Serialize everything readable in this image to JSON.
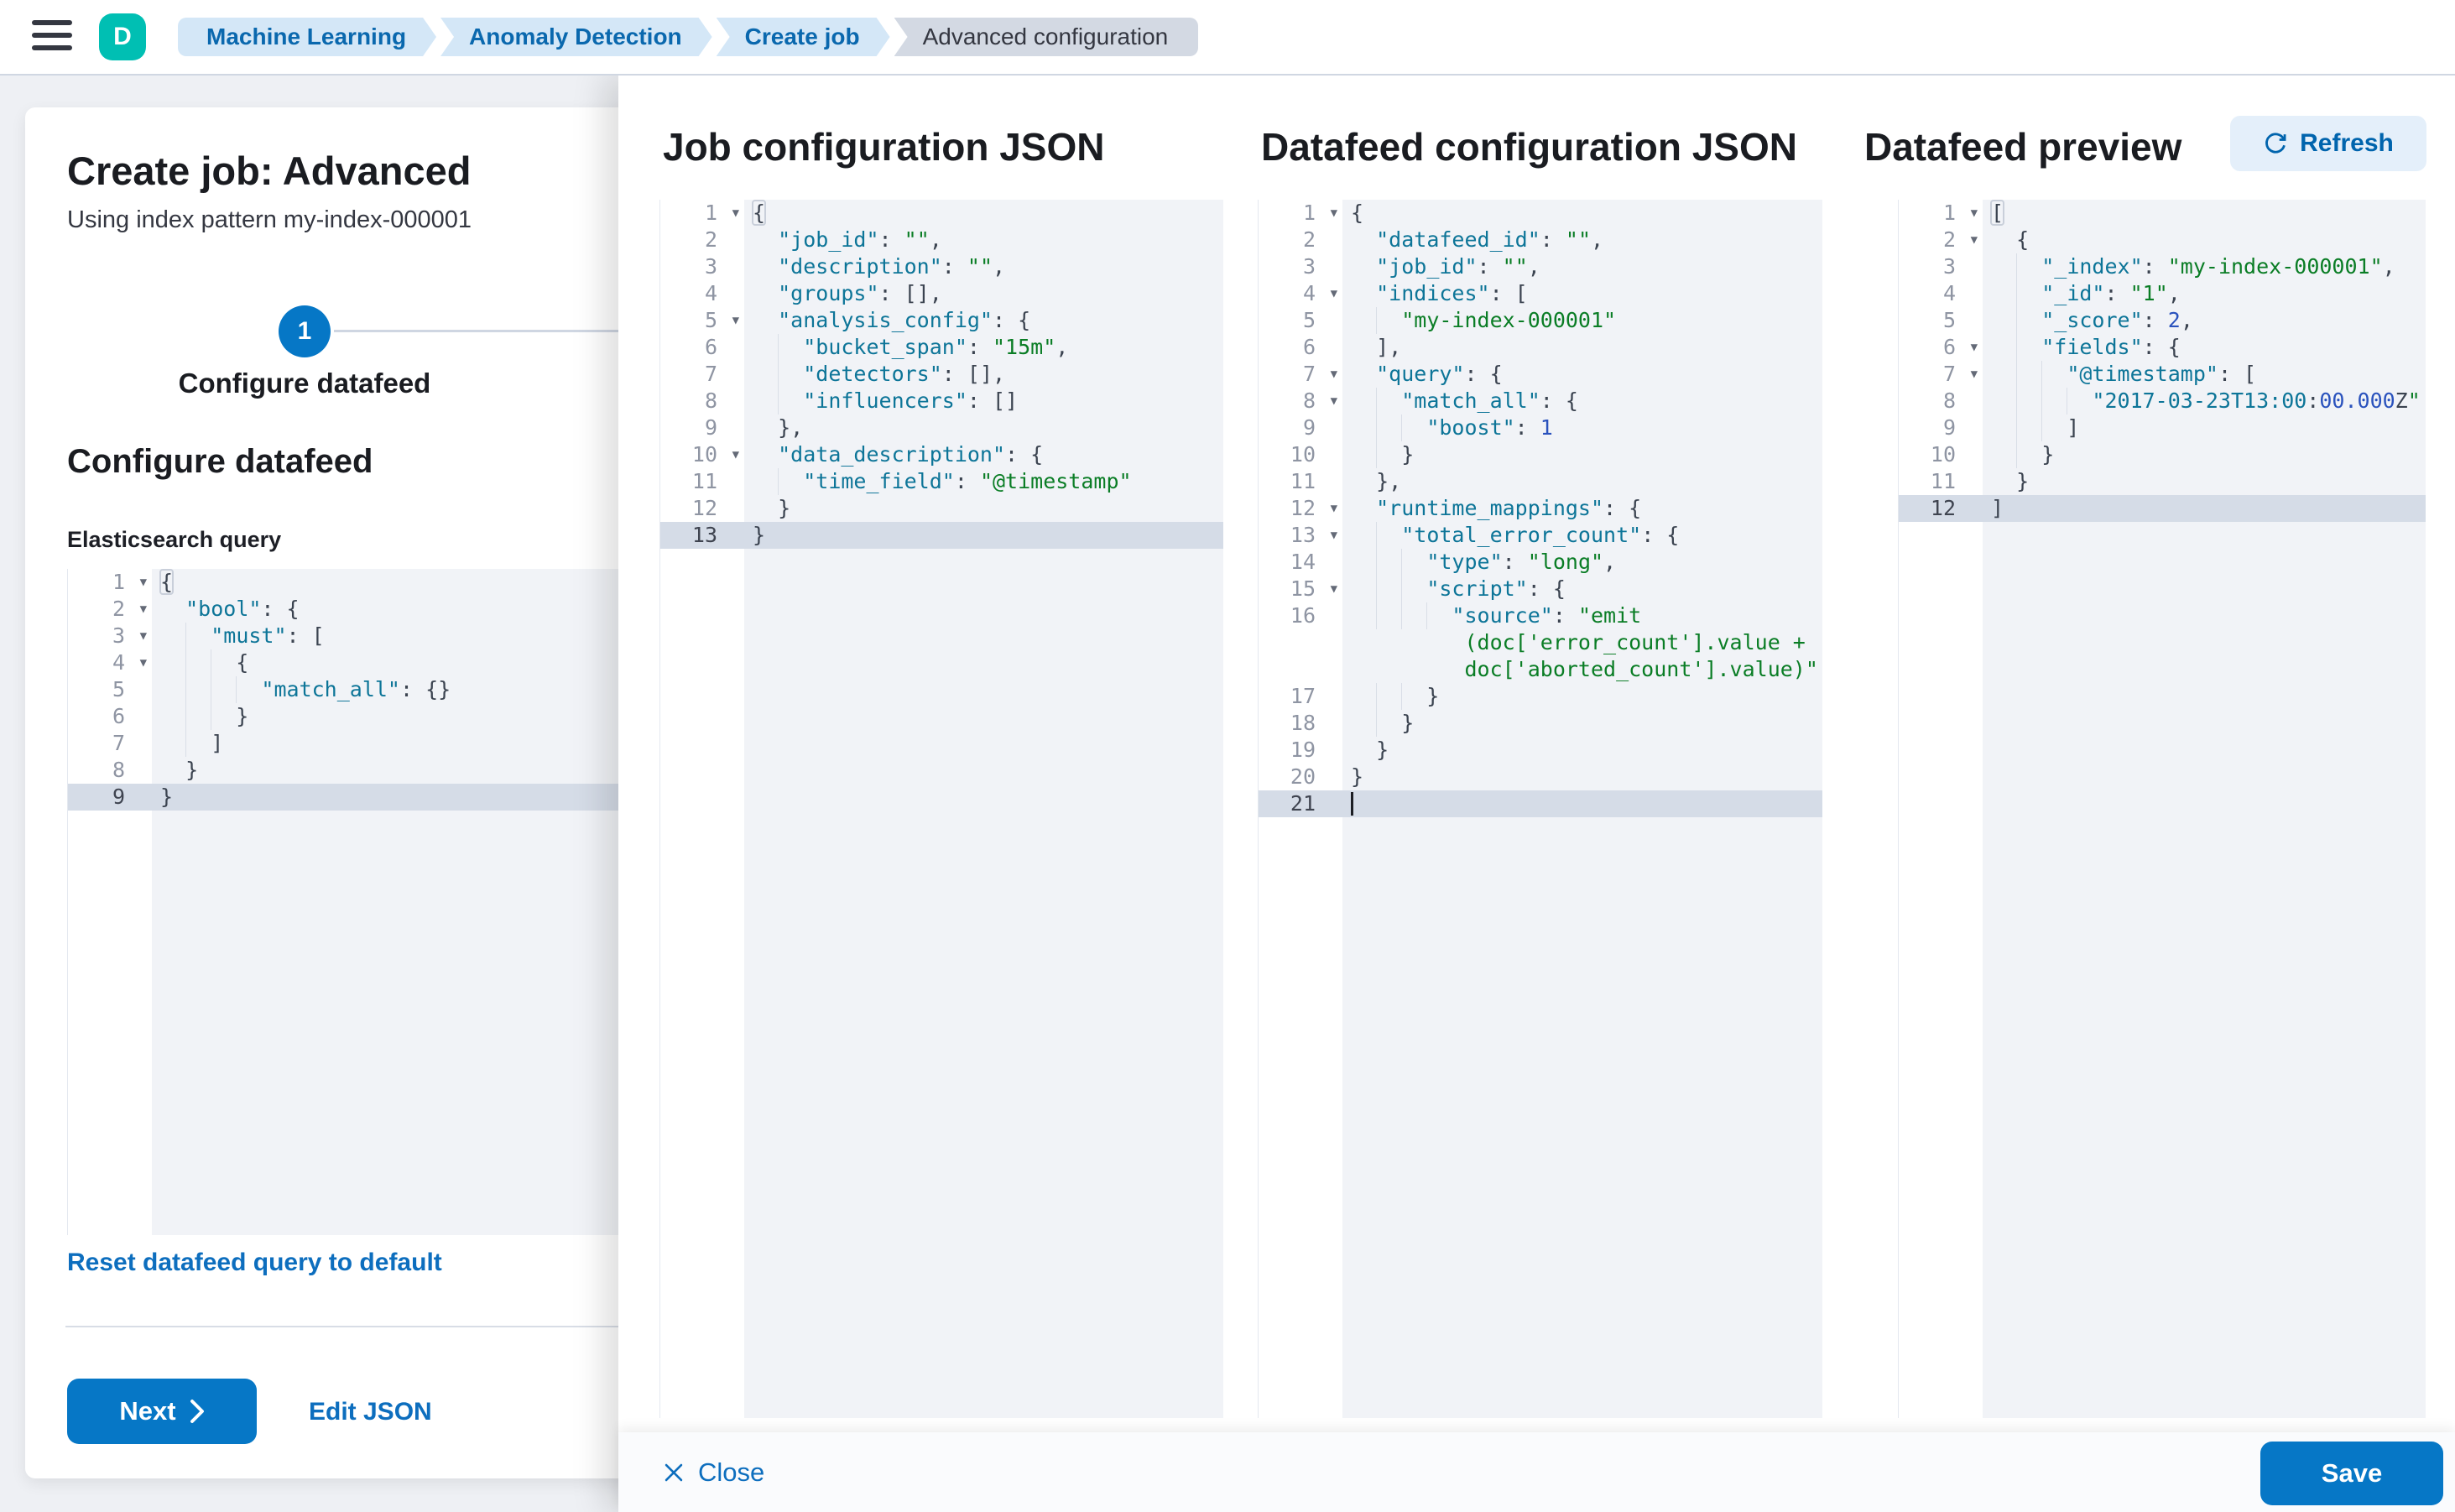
{
  "topbar": {
    "avatar_initial": "D",
    "breadcrumbs": [
      {
        "label": "Machine Learning",
        "current": false
      },
      {
        "label": "Anomaly Detection",
        "current": false
      },
      {
        "label": "Create job",
        "current": false
      },
      {
        "label": "Advanced configuration",
        "current": true
      }
    ]
  },
  "main": {
    "heading": "Create job: Advanced",
    "subtitle": "Using index pattern my-index-000001",
    "step": {
      "number": "1",
      "label": "Configure datafeed"
    },
    "section_heading": "Configure datafeed",
    "query_label": "Elasticsearch query",
    "reset_link": "Reset datafeed query to default",
    "next_label": "Next",
    "edit_json_label": "Edit JSON"
  },
  "flyout": {
    "job_title": "Job configuration JSON",
    "datafeed_title": "Datafeed configuration JSON",
    "preview_title": "Datafeed preview",
    "refresh_label": "Refresh",
    "close_label": "Close",
    "save_label": "Save"
  },
  "colors": {
    "accent_blue": "#0677c6",
    "link_blue": "#0d6ebe",
    "avatar_teal": "#00bfb3",
    "breadcrumb_blue_bg": "#d4e7f7",
    "breadcrumb_gray_bg": "#d3d9e3",
    "code_key": "#0d7598",
    "code_string": "#0a7d25",
    "code_number": "#2a52bd",
    "active_line_bg": "#d5dce7"
  },
  "editors": {
    "query": {
      "name": "elasticsearch-query-editor",
      "lines": [
        {
          "n": 1,
          "t": "{",
          "fold": true,
          "box": true
        },
        {
          "n": 2,
          "t": "  \"bool\": {",
          "fold": true
        },
        {
          "n": 3,
          "t": "    \"must\": [",
          "fold": true
        },
        {
          "n": 4,
          "t": "      {",
          "fold": true
        },
        {
          "n": 5,
          "t": "        \"match_all\": {}"
        },
        {
          "n": 6,
          "t": "      }"
        },
        {
          "n": 7,
          "t": "    ]"
        },
        {
          "n": 8,
          "t": "  }"
        },
        {
          "n": 9,
          "t": "}",
          "active": true
        }
      ]
    },
    "job": {
      "name": "job-configuration-json-editor",
      "lines": [
        {
          "n": 1,
          "t": "{",
          "fold": true,
          "box": true
        },
        {
          "n": 2,
          "t": "  \"job_id\": \"\","
        },
        {
          "n": 3,
          "t": "  \"description\": \"\","
        },
        {
          "n": 4,
          "t": "  \"groups\": [],"
        },
        {
          "n": 5,
          "t": "  \"analysis_config\": {",
          "fold": true
        },
        {
          "n": 6,
          "t": "    \"bucket_span\": \"15m\","
        },
        {
          "n": 7,
          "t": "    \"detectors\": [],"
        },
        {
          "n": 8,
          "t": "    \"influencers\": []"
        },
        {
          "n": 9,
          "t": "  },"
        },
        {
          "n": 10,
          "t": "  \"data_description\": {",
          "fold": true
        },
        {
          "n": 11,
          "t": "    \"time_field\": \"@timestamp\""
        },
        {
          "n": 12,
          "t": "  }"
        },
        {
          "n": 13,
          "t": "}",
          "active": true
        }
      ]
    },
    "datafeed": {
      "name": "datafeed-configuration-json-editor",
      "lines": [
        {
          "n": 1,
          "t": "{",
          "fold": true
        },
        {
          "n": 2,
          "t": "  \"datafeed_id\": \"\","
        },
        {
          "n": 3,
          "t": "  \"job_id\": \"\","
        },
        {
          "n": 4,
          "t": "  \"indices\": [",
          "fold": true
        },
        {
          "n": 5,
          "t": "    \"my-index-000001\""
        },
        {
          "n": 6,
          "t": "  ],"
        },
        {
          "n": 7,
          "t": "  \"query\": {",
          "fold": true
        },
        {
          "n": 8,
          "t": "    \"match_all\": {",
          "fold": true
        },
        {
          "n": 9,
          "t": "      \"boost\": 1"
        },
        {
          "n": 10,
          "t": "    }"
        },
        {
          "n": 11,
          "t": "  },"
        },
        {
          "n": 12,
          "t": "  \"runtime_mappings\": {",
          "fold": true
        },
        {
          "n": 13,
          "t": "    \"total_error_count\": {",
          "fold": true
        },
        {
          "n": 14,
          "t": "      \"type\": \"long\","
        },
        {
          "n": 15,
          "t": "      \"script\": {",
          "fold": true
        },
        {
          "n": 16,
          "t": "        \"source\": \"emit"
        },
        {
          "t": "         (doc['error_count'].value +",
          "cont": true,
          "c": "s"
        },
        {
          "t": "         doc['aborted_count'].value)\"",
          "cont": true,
          "c": "s"
        },
        {
          "n": 17,
          "t": "      }"
        },
        {
          "n": 18,
          "t": "    }"
        },
        {
          "n": 19,
          "t": "  }"
        },
        {
          "n": 20,
          "t": "}"
        },
        {
          "n": 21,
          "t": "",
          "active": true,
          "cursor": true
        }
      ]
    },
    "preview": {
      "name": "datafeed-preview-editor",
      "lines": [
        {
          "n": 1,
          "t": "[",
          "fold": true,
          "box": true
        },
        {
          "n": 2,
          "t": "  {",
          "fold": true
        },
        {
          "n": 3,
          "t": "    \"_index\": \"my-index-000001\","
        },
        {
          "n": 4,
          "t": "    \"_id\": \"1\","
        },
        {
          "n": 5,
          "t": "    \"_score\": 2,"
        },
        {
          "n": 6,
          "t": "    \"fields\": {",
          "fold": true
        },
        {
          "n": 7,
          "t": "      \"@timestamp\": [",
          "fold": true
        },
        {
          "n": 8,
          "t": "        \"2017-03-23T13:00:00.000Z\""
        },
        {
          "n": 9,
          "t": "      ]"
        },
        {
          "n": 10,
          "t": "    }"
        },
        {
          "n": 11,
          "t": "  }"
        },
        {
          "n": 12,
          "t": "]",
          "active": true
        }
      ]
    }
  }
}
